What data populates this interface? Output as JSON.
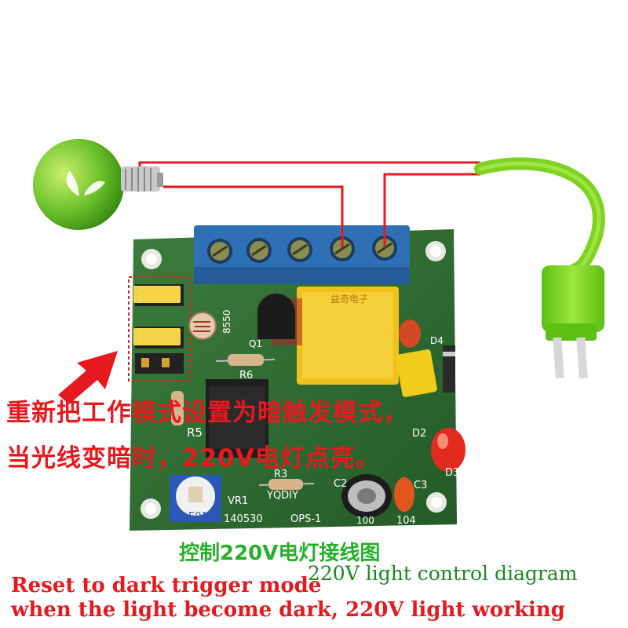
{
  "instruction": {
    "cn_line1": "重新把工作模式设置为暗触发模式，",
    "cn_line2": "当光线变暗时，220V电灯点亮。"
  },
  "diagram": {
    "title_cn": "控制220V电灯接线图",
    "title_en": "220V light control diagram"
  },
  "caption_en": {
    "line1": "Reset to dark trigger mode",
    "line2": "when the light become dark, 220V light working"
  },
  "board": {
    "silk": {
      "r5": "R5",
      "r6": "R6",
      "r3": "R3",
      "vr1": "VR1",
      "c2": "C2",
      "c3": "C3",
      "d2": "D2",
      "d3": "D3",
      "d4": "D4",
      "q1": "Q1",
      "part_8550": "8550",
      "brand": "YQDIY",
      "date": "140530",
      "model": "OPS-1",
      "cap_104": "104",
      "cap_100": "100",
      "pot": "E01"
    }
  },
  "colors": {
    "pcb": "#2f6b33",
    "terminal": "#2f6fb6",
    "wire": "#e01a1f",
    "plug": "#7ed321",
    "relay": "#f0c01c",
    "text_red": "#e6191f",
    "text_green": "#27b02a"
  }
}
